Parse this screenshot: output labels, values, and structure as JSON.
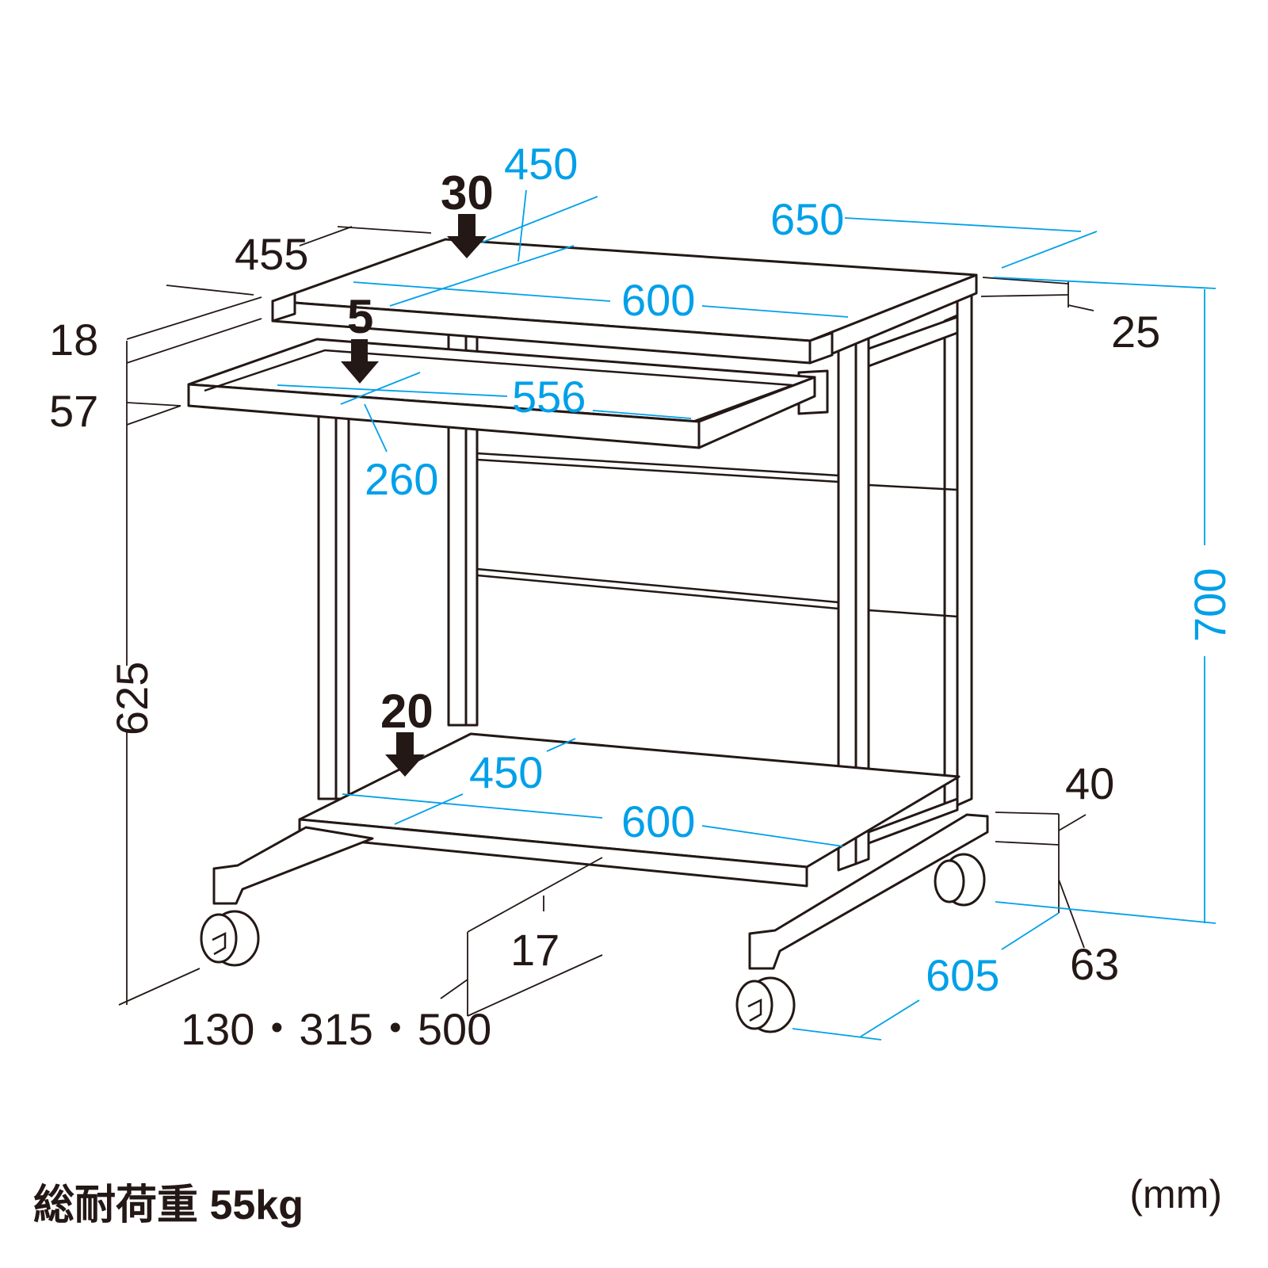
{
  "diagram": {
    "labels_black": {
      "top_depth_455": "455",
      "top_thickness_18": "18",
      "keyboard_height_57": "57",
      "floor_to_keyboard_625": "625",
      "top_overhang_25": "25",
      "caster_40": "40",
      "caster_63": "63",
      "shelf_gap_17": "17",
      "shelf_positions": "130・315・500"
    },
    "labels_blue": {
      "top_depth_450": "450",
      "total_width_650": "650",
      "top_width_600": "600",
      "keyboard_width_556": "556",
      "keyboard_depth_260": "260",
      "total_height_700": "700",
      "shelf_depth_450": "450",
      "shelf_width_600": "600",
      "base_depth_605": "605"
    },
    "load_labels": {
      "top_load": "30",
      "keyboard_load": "5",
      "shelf_load": "20"
    }
  },
  "footer": {
    "total_load": "総耐荷重 55kg",
    "unit": "(mm)"
  }
}
